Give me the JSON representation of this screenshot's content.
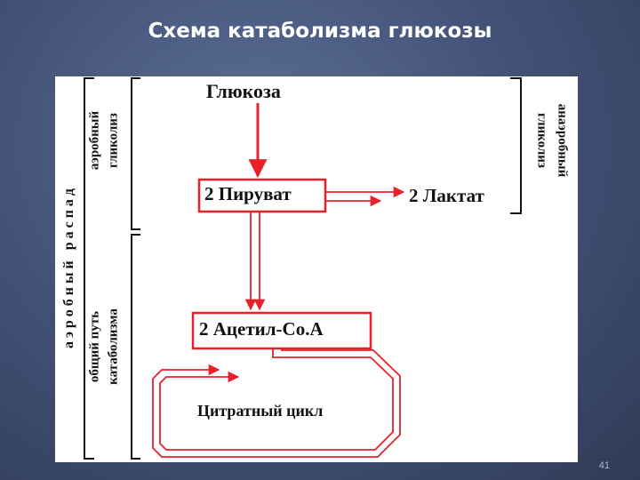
{
  "slide": {
    "title": "Схема катаболизма глюкозы",
    "page_number": "41"
  },
  "diagram": {
    "nodes": {
      "glucose": "Глюкоза",
      "pyruvate": "2 Пируват",
      "lactate": "2 Лактат",
      "acetyl_coa": "2 Ацетил-Со.А",
      "citrate_cycle": "Цитратный цикл"
    },
    "side_labels": {
      "aerobic_breakdown": "а э р о б н ы й   р а с п а д",
      "aerobic_glycolysis_line1": "аэробный",
      "aerobic_glycolysis_line2": "гликолиз",
      "common_pathway_line1": "общий путь",
      "common_pathway_line2": "катаболизма",
      "anaerobic_glycolysis_line1": "анаэробный",
      "anaerobic_glycolysis_line2": "гликолиз"
    },
    "colors": {
      "arrow": "#e8202a",
      "box_border": "#e8202a",
      "text": "#111111",
      "bracket": "#111111"
    }
  }
}
